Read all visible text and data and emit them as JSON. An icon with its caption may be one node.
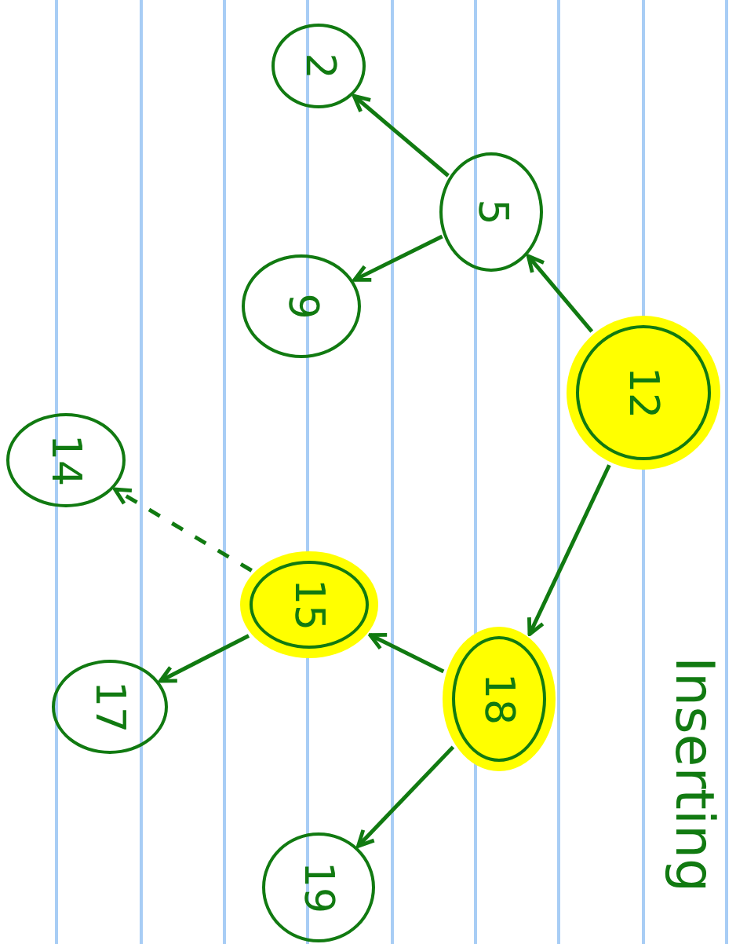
{
  "diagram": {
    "nodes": [
      {
        "text": [
          "2"
        ]
      },
      {
        "text": [
          "5"
        ]
      },
      {
        "text": [
          "9"
        ]
      },
      {
        "text": [
          "12"
        ]
      },
      {
        "text": [
          "14"
        ]
      },
      {
        "text": [
          "15"
        ]
      },
      {
        "text": [
          "17"
        ]
      },
      {
        "text": [
          "18"
        ]
      },
      {
        "text": [
          "19"
        ]
      }
    ],
    "edges": [
      {
        "from": 1,
        "to": 0,
        "arrow": "to"
      },
      {
        "from": 1,
        "to": 2,
        "arrow": "to"
      },
      {
        "from": 3,
        "to": 1,
        "arrow": "to"
      },
      {
        "from": 3,
        "to": 7,
        "arrow": "to"
      },
      {
        "from": 7,
        "to": 5,
        "arrow": "to"
      },
      {
        "from": 5,
        "to": 6,
        "arrow": "to"
      },
      {
        "from": 7,
        "to": 8,
        "arrow": "to"
      },
      {
        "from": 5,
        "to": 4,
        "arrow": "to",
        "style": "dashed"
      }
    ],
    "labels": [
      "Inserting"
    ]
  }
}
